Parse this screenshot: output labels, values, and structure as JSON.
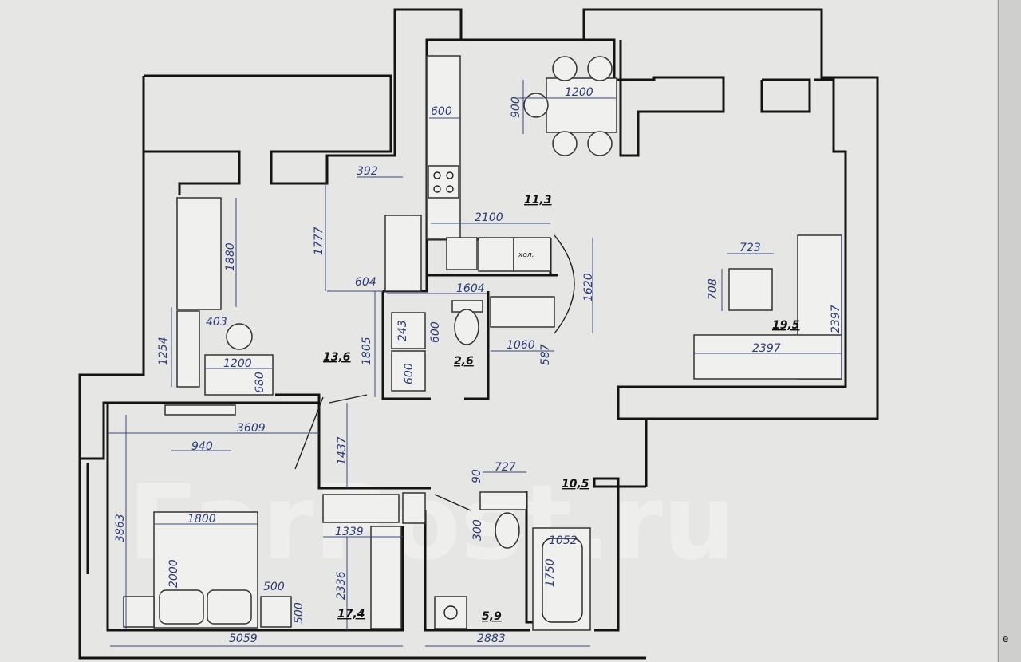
{
  "watermark": "FarPost.ru",
  "edge_letter": "e",
  "kitchen_label": "хол.",
  "areas": {
    "hall": "13,6",
    "kitchen": "11,3",
    "living": "19,5",
    "wc": "2,6",
    "bedroom": "17,4",
    "bathroom_small": "10,5",
    "bathroom": "5,9"
  },
  "dims": [
    "600",
    "1200",
    "900",
    "392",
    "2100",
    "1777",
    "1880",
    "604",
    "1604",
    "1620",
    "723",
    "708",
    "2397",
    "2397",
    "403",
    "243",
    "600",
    "1254",
    "1805",
    "1060",
    "587",
    "600",
    "1200",
    "680",
    "3609",
    "940",
    "1437",
    "3863",
    "90",
    "727",
    "1800",
    "300",
    "1339",
    "1052",
    "2000",
    "1750",
    "2336",
    "500",
    "500",
    "5059",
    "2883"
  ]
}
